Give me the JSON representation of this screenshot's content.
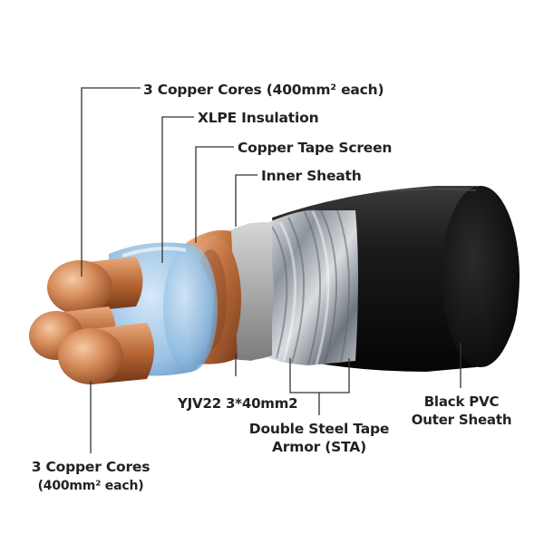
{
  "diagram": {
    "labels": {
      "copper_cores_top": "3 Copper Cores (400mm² each)",
      "xlpe_insulation": "XLPE Insulation",
      "copper_tape_screen": "Copper Tape Screen",
      "inner_sheath": "Inner Sheath",
      "model": "YJV22 3*40mm2",
      "black_pvc_line1": "Black PVC",
      "black_pvc_line2": "Outer Sheath",
      "double_steel_line1": "Double Steel Tape",
      "double_steel_line2": "Armor (STA)",
      "copper_cores_bottom_line1": "3 Copper Cores",
      "copper_cores_bottom_line2": "(400mm² each)"
    },
    "colors": {
      "background": "#ffffff",
      "copper": "#c87a4a",
      "xlpe_blue": "#a8cbe8",
      "inner_sheath_gray": "#b9b9b9",
      "steel_armor": "#9ea3a8",
      "pvc_black": "#161616",
      "text": "#222222",
      "leader_line": "#333333"
    }
  }
}
